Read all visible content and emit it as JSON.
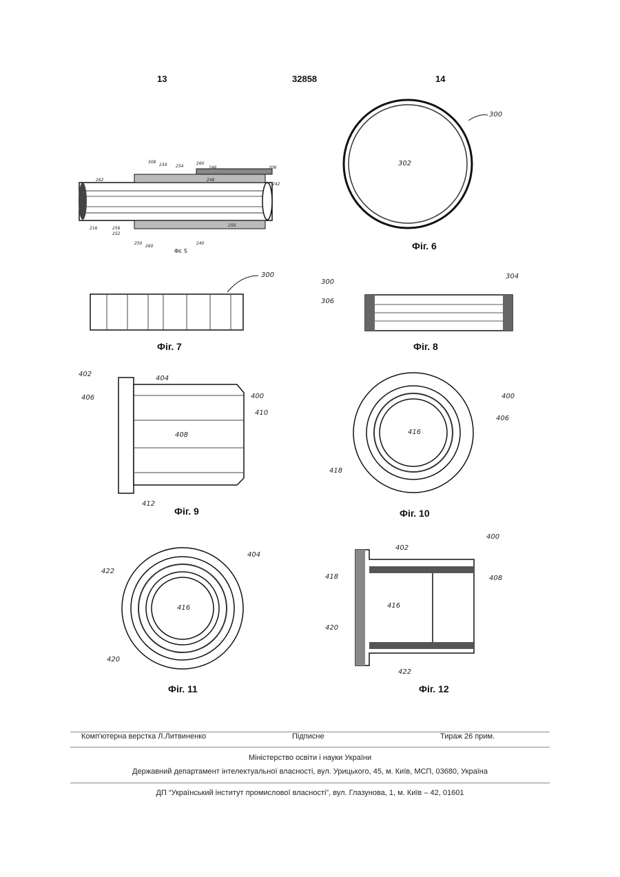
{
  "header": {
    "left_page": "13",
    "doc_number": "32858",
    "right_page": "14"
  },
  "figures": {
    "fig5": {
      "caption": "Фіг. 5",
      "labels": [
        "308",
        "234",
        "254",
        "260",
        "246",
        "206",
        "262",
        "242",
        "248",
        "216",
        "256",
        "252",
        "250",
        "260",
        "240",
        "250"
      ]
    },
    "fig6": {
      "caption": "Фіг. 6",
      "labels": [
        "300",
        "302"
      ]
    },
    "fig7": {
      "caption": "Фіг. 7",
      "labels": [
        "300"
      ]
    },
    "fig8": {
      "caption": "Фіг. 8",
      "labels": [
        "300",
        "304",
        "306"
      ]
    },
    "fig9": {
      "caption": "Фіг. 9",
      "labels": [
        "402",
        "404",
        "406",
        "400",
        "410",
        "408",
        "412"
      ]
    },
    "fig10": {
      "caption": "Фіг. 10",
      "labels": [
        "400",
        "406",
        "416",
        "418"
      ]
    },
    "fig11": {
      "caption": "Фіг. 11",
      "labels": [
        "404",
        "422",
        "416",
        "420"
      ]
    },
    "fig12": {
      "caption": "Фіг. 12",
      "labels": [
        "400",
        "402",
        "418",
        "408",
        "416",
        "420",
        "422"
      ]
    }
  },
  "footer": {
    "typesetter": "Комп'ютерна верстка Л.Литвиненко",
    "signed": "Підписне",
    "circulation": "Тираж 26 прим.",
    "ministry": "Міністерство освіти і науки України",
    "department": "Державний департамент інтелектуальної власності, вул. Урицького, 45, м. Київ, МСП, 03680, Україна",
    "institute": "ДП “Український інститут промислової власності”, вул. Глазунова, 1, м. Київ – 42, 01601"
  }
}
